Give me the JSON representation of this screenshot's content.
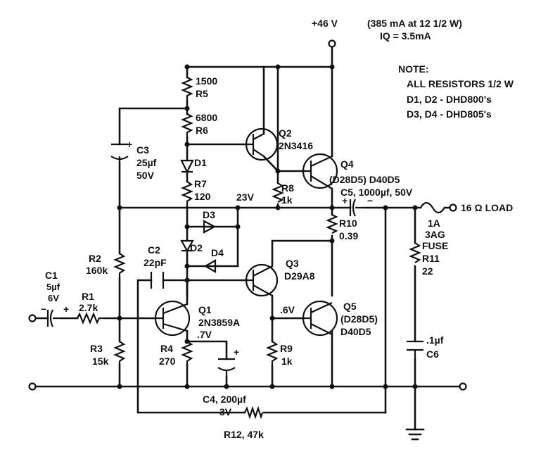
{
  "supply": {
    "voltage": "+46 V",
    "rating": "(385 mA at 12 1/2 W)",
    "iq": "IQ = 3.5mA"
  },
  "note": {
    "title": "NOTE:",
    "lines": [
      "ALL RESISTORS 1/2 W",
      "D1, D2 - DHD800's",
      "D3, D4 - DHD805's"
    ]
  },
  "resistors": {
    "r1": [
      "R1",
      "2.7k"
    ],
    "r2": [
      "R2",
      "160k"
    ],
    "r3": [
      "R3",
      "15k"
    ],
    "r4": [
      "R4",
      "270"
    ],
    "r5": [
      "1500",
      "R5"
    ],
    "r6": [
      "6800",
      "R6"
    ],
    "r7": [
      "R7",
      "120"
    ],
    "r8": [
      "R8",
      "1k"
    ],
    "r9": [
      "R9",
      "1k"
    ],
    "r10": [
      "R10",
      "0.39"
    ],
    "r11": [
      "R11",
      "22"
    ],
    "r12": "R12, 47k"
  },
  "capacitors": {
    "c1": [
      "C1",
      "5µf",
      "6V"
    ],
    "c2": [
      "C2",
      "22pF"
    ],
    "c3": [
      "C3",
      "25µf",
      "50V"
    ],
    "c4": [
      "C4, 200µf",
      "3V"
    ],
    "c5": "C5, 1000µf, 50V",
    "c6": [
      ".1µf",
      "C6"
    ]
  },
  "transistors": {
    "q1": [
      "Q1",
      "2N3859A"
    ],
    "q2": [
      "Q2",
      "2N3416"
    ],
    "q3": [
      "Q3",
      "D29A8"
    ],
    "q4": [
      "Q4",
      "(D28D5) D40D5"
    ],
    "q5": [
      "Q5",
      "(D28D5)",
      "D40D5"
    ]
  },
  "diodes": {
    "d1": "D1",
    "d2": "D2",
    "d3": "D3",
    "d4": "D4"
  },
  "voltages": {
    "v23": "23V",
    "v06": ".6V",
    "v07": ".7V"
  },
  "fuse": [
    "1A",
    "3AG",
    "FUSE"
  ],
  "load": "16 Ω LOAD",
  "polarity": {
    "plus": "+",
    "minus": "−"
  }
}
